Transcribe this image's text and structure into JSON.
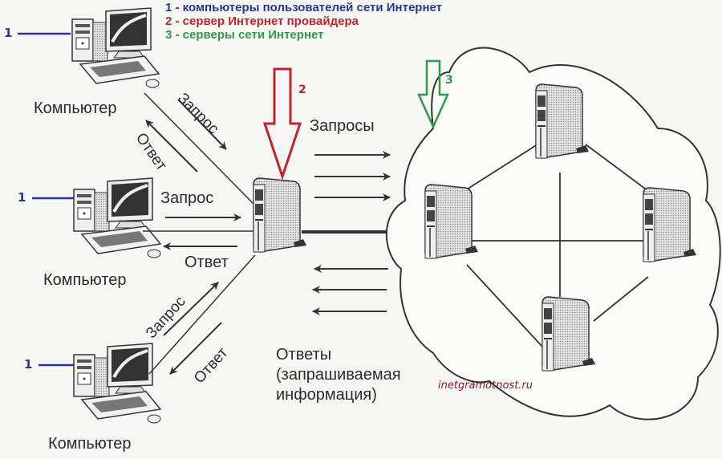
{
  "legend": {
    "items": [
      {
        "text": "1 - компьютеры пользователей сети Интернет",
        "color": "#2b3590"
      },
      {
        "text": "2 - сервер Интернет провайдера",
        "color": "#c0252e"
      },
      {
        "text": "3 - серверы сети Интернет",
        "color": "#2f9a45"
      }
    ]
  },
  "markers": {
    "computer": "1",
    "provider": "2",
    "internet": "3"
  },
  "colors": {
    "blue": "#2b3590",
    "red": "#c0252e",
    "green": "#2f9a45",
    "ink": "#2a2a2a"
  },
  "computers": [
    {
      "label": "Компьютер"
    },
    {
      "label": "Компьютер"
    },
    {
      "label": "Компьютер"
    }
  ],
  "arrows": {
    "request": "Запрос",
    "response": "Ответ",
    "requests": "Запросы",
    "responses_line1": "Ответы",
    "responses_line2": "(запрашиваемая",
    "responses_line3": "информация)"
  },
  "watermark": "inetgramotnost.ru"
}
